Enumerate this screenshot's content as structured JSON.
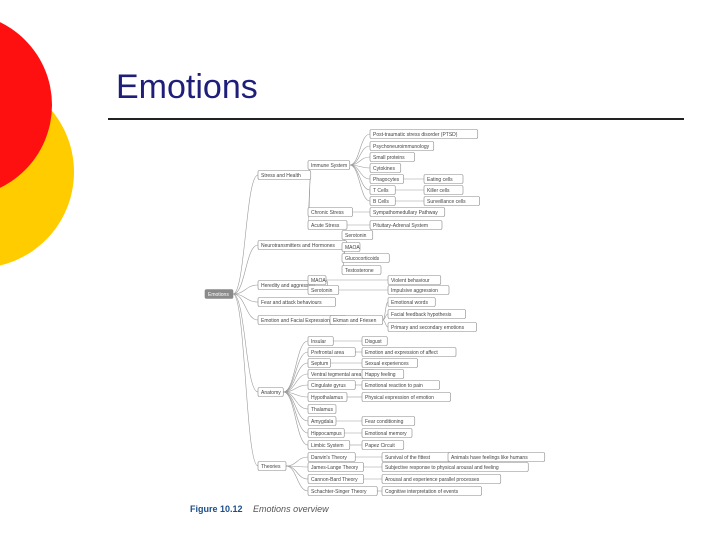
{
  "slide": {
    "title": "Emotions"
  },
  "caption": {
    "figure": "Figure 10.12",
    "text": "Emotions overview"
  },
  "colors": {
    "accent_red": "#ff1010",
    "accent_yellow": "#ffcc00",
    "title": "#1f1f7a",
    "node_border": "#888888",
    "root_fill": "#8a8a8a"
  },
  "root": {
    "label": "Emotions"
  },
  "branches": [
    {
      "id": "stress_health",
      "label": "Stress and Health",
      "children": [
        {
          "id": "immune",
          "label": "Immune System",
          "children": [
            {
              "label": "Post-traumatic stress disorder (PTSD)"
            },
            {
              "label": "Psychoneuroimmunology"
            },
            {
              "label": "Small proteins"
            },
            {
              "label": "Cytokines"
            },
            {
              "label": "Phagocytes",
              "children": [
                {
                  "label": "Eating cells"
                }
              ]
            },
            {
              "label": "T Cells",
              "children": [
                {
                  "label": "Killer cells"
                }
              ]
            },
            {
              "label": "B Cells",
              "children": [
                {
                  "label": "Surveillance cells"
                }
              ]
            }
          ]
        },
        {
          "id": "chronic",
          "label": "Chronic Stress",
          "children": [
            {
              "label": "Sympathomedullary Pathway"
            }
          ]
        },
        {
          "id": "acute",
          "label": "Acute Stress",
          "children": [
            {
              "label": "Pituitary-Adrenal System"
            }
          ]
        }
      ]
    },
    {
      "id": "neuro",
      "label": "Neurotransmitters and Hormones",
      "children": [
        {
          "label": "Serotonin"
        },
        {
          "label": "MAOA"
        },
        {
          "label": "Glucocorticoids"
        },
        {
          "label": "Testosterone"
        }
      ]
    },
    {
      "id": "heredity",
      "label": "Heredity and aggression",
      "children": [
        {
          "label": "MAOA",
          "children": [
            {
              "label": "Violent behaviour"
            }
          ]
        },
        {
          "label": "Serotonin",
          "children": [
            {
              "label": "Impulsive aggression"
            }
          ]
        }
      ]
    },
    {
      "id": "fear",
      "label": "Fear and attack behaviours"
    },
    {
      "id": "facial",
      "label": "Emotion and Facial Expressions",
      "children": [
        {
          "label": "Ekman and Friesen",
          "children": [
            {
              "label": "Emotional words"
            },
            {
              "label": "Facial feedback hypothesis"
            },
            {
              "label": "Primary and secondary emotions"
            }
          ]
        }
      ]
    },
    {
      "id": "anatomy",
      "label": "Anatomy",
      "children": [
        {
          "label": "Insular",
          "children": [
            {
              "label": "Disgust"
            }
          ]
        },
        {
          "label": "Prefrontal area",
          "children": [
            {
              "label": "Emotion and expression of affect"
            }
          ]
        },
        {
          "label": "Septum",
          "children": [
            {
              "label": "Sexual experiences"
            }
          ]
        },
        {
          "label": "Ventral tegmental area",
          "children": [
            {
              "label": "Happy feeling"
            }
          ]
        },
        {
          "label": "Cingulate gyrus",
          "children": [
            {
              "label": "Emotional reaction to pain"
            }
          ]
        },
        {
          "label": "Hypothalamus",
          "children": [
            {
              "label": "Physical expression of emotion"
            }
          ]
        },
        {
          "label": "Thalamus"
        },
        {
          "label": "Amygdala",
          "children": [
            {
              "label": "Fear conditioning"
            }
          ]
        },
        {
          "label": "Hippocampus",
          "children": [
            {
              "label": "Emotional memory"
            }
          ]
        },
        {
          "label": "Limbic System",
          "children": [
            {
              "label": "Papez Circuit"
            }
          ]
        }
      ]
    },
    {
      "id": "theories",
      "label": "Theories",
      "children": [
        {
          "label": "Darwin's Theory",
          "children": [
            {
              "label": "Survival of the fittest",
              "children": [
                {
                  "label": "Animals have feelings like humans"
                }
              ]
            }
          ]
        },
        {
          "label": "James-Lange Theory",
          "children": [
            {
              "label": "Subjective response to physical arousal and feeling"
            }
          ]
        },
        {
          "label": "Cannon-Bard Theory",
          "children": [
            {
              "label": "Arousal and experience parallel processes"
            }
          ]
        },
        {
          "label": "Schachter-Singer Theory",
          "children": [
            {
              "label": "Cognitive interpretation of events"
            }
          ]
        }
      ]
    }
  ]
}
